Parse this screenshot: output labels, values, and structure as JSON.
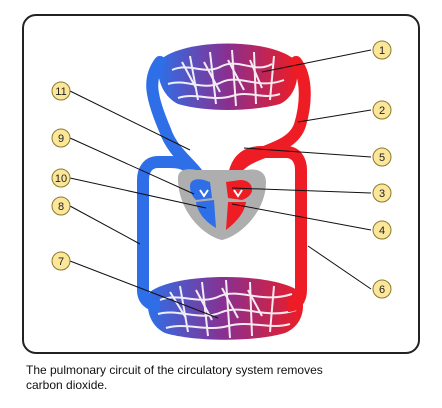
{
  "diagram": {
    "labels": [
      "1",
      "2",
      "3",
      "4",
      "5",
      "6",
      "7",
      "8",
      "9",
      "10",
      "11"
    ],
    "colors": {
      "oxygenated": "#ee1c24",
      "deoxygenated": "#2e6fe8",
      "capillary_mix": "#8a2f8f",
      "heart_wall": "#aeaeae",
      "callout_fill": "#fbe69a",
      "callout_stroke": "#8a7a2a"
    }
  },
  "caption": "The pulmonary circuit of the circulatory system removes carbon dioxide."
}
